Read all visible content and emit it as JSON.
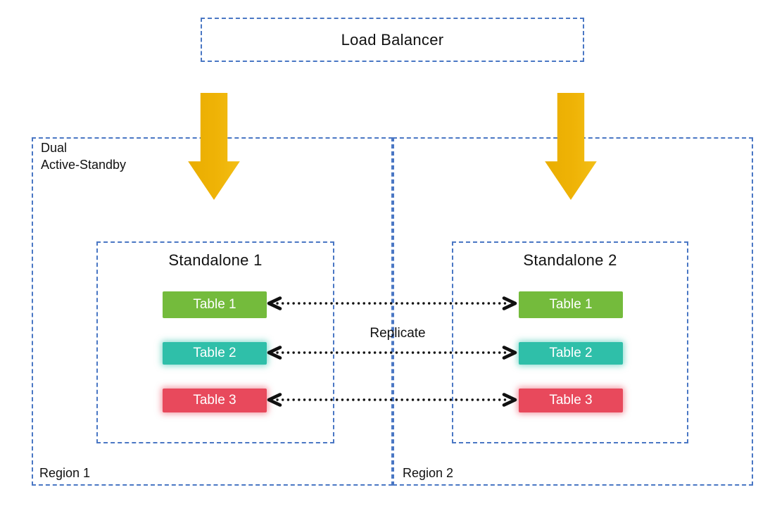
{
  "load_balancer": {
    "label": "Load Balancer"
  },
  "replicate_label": "Replicate",
  "regions": [
    {
      "label": "Region 1",
      "corner_note": {
        "line1": "Dual",
        "line2": "Active-Standby"
      },
      "standalone": {
        "title": "Standalone 1",
        "tables": [
          {
            "label": "Table 1",
            "color": "#74BB3C"
          },
          {
            "label": "Table 2",
            "color": "#2FBFA9"
          },
          {
            "label": "Table 3",
            "color": "#E8495C"
          }
        ]
      }
    },
    {
      "label": "Region 2",
      "standalone": {
        "title": "Standalone 2",
        "tables": [
          {
            "label": "Table 1",
            "color": "#74BB3C"
          },
          {
            "label": "Table 2",
            "color": "#2FBFA9"
          },
          {
            "label": "Table 3",
            "color": "#E8495C"
          }
        ]
      }
    }
  ],
  "icons": {
    "down_arrow": "downward-flow-arrow",
    "replicate_arrow": "bidirectional-dotted-arrow"
  },
  "colors": {
    "border-blue": "#4A77C4",
    "table-green": "#74BB3C",
    "table-teal": "#2FBFA9",
    "table-red": "#E8495C",
    "arrow-gold": "#EFB306",
    "arrow-glow": "#FFE08A",
    "connector-black": "#111111"
  }
}
